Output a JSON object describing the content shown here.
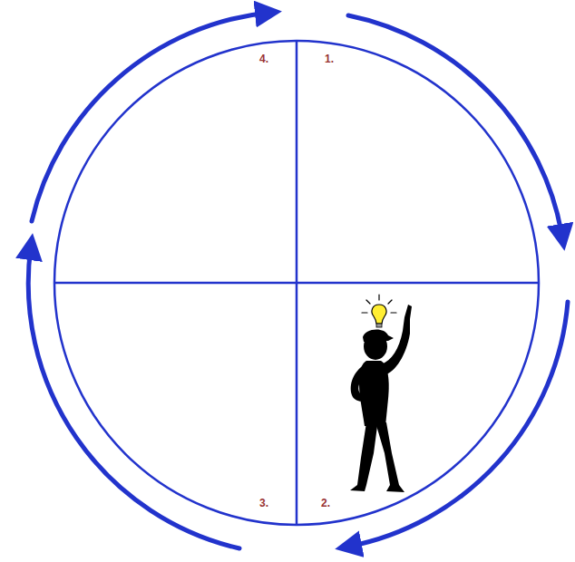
{
  "diagram": {
    "labels": [
      "4.",
      "1.",
      "3.",
      "2."
    ]
  }
}
